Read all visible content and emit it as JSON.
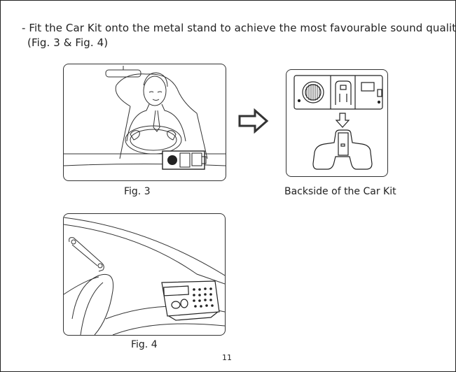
{
  "instruction": {
    "line1": "- Fit the Car Kit onto the metal stand to achieve the most favourable sound quality",
    "line2": "(Fig. 3 & Fig. 4)"
  },
  "captions": {
    "fig3": "Fig. 3",
    "backside": "Backside of the Car Kit",
    "fig4": "Fig. 4"
  },
  "page_number": "11"
}
